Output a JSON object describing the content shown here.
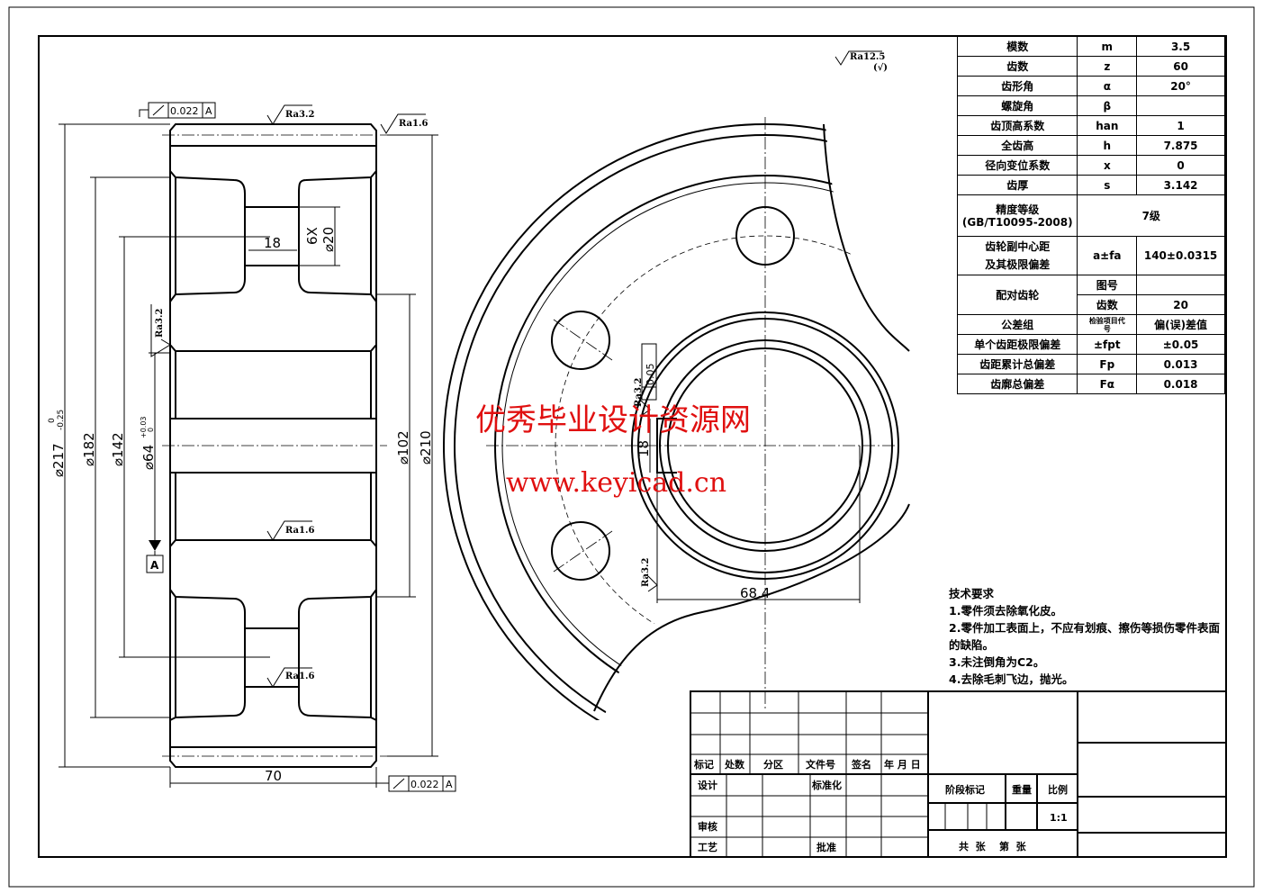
{
  "drawing": {
    "general_roughness": "Ra12.5",
    "general_roughness_note": "(√)",
    "roughness": {
      "rim_top": "Ra3.2",
      "rim_face": "Ra1.6",
      "hub_left": "Ra3.2",
      "hub_bore": "Ra1.6",
      "web_hole": "Ra1.6",
      "keyway_side": "Ra3.2",
      "keyway_bottom": "Ra3.2"
    },
    "runout_tolerance": "0.022",
    "datum": "A",
    "dims": {
      "d_outer": "⌀217",
      "d_outer_tol_upper": "0",
      "d_outer_tol_lower": "-0.25",
      "d_root": "⌀182",
      "d_bolt_circle": "⌀142",
      "d_bore": "⌀64",
      "d_bore_tol_upper": "+0.03",
      "d_bore_tol_lower": "0",
      "d_hub": "⌀102",
      "d_rim": "⌀210",
      "width": "70",
      "web_thickness": "18",
      "hole_count": "6X",
      "hole_diameter": "⌀20",
      "key_width": "18",
      "key_symmetry": "0.05",
      "key_depth": "68.4"
    }
  },
  "params_table": {
    "rows": [
      {
        "name": "模数",
        "symbol": "m",
        "value": "3.5"
      },
      {
        "name": "齿数",
        "symbol": "z",
        "value": "60"
      },
      {
        "name": "齿形角",
        "symbol": "α",
        "value": "20°"
      },
      {
        "name": "螺旋角",
        "symbol": "β",
        "value": ""
      },
      {
        "name": "齿顶高系数",
        "symbol": "han",
        "value": "1"
      },
      {
        "name": "全齿高",
        "symbol": "h",
        "value": "7.875"
      },
      {
        "name": "径向变位系数",
        "symbol": "x",
        "value": "0"
      },
      {
        "name": "齿厚",
        "symbol": "s",
        "value": "3.142"
      }
    ],
    "precision_label": "精度等级",
    "precision_std": "(GB/T10095-2008)",
    "precision_value": "7级",
    "center_label_1": "齿轮副中心距",
    "center_label_2": "及其极限偏差",
    "center_symbol": "a±fa",
    "center_value": "140±0.0315",
    "mating_label": "配对齿轮",
    "mating_drawing_no": "图号",
    "mating_drawing_no_value": "",
    "mating_teeth": "齿数",
    "mating_teeth_value": "20",
    "tol_group": "公差组",
    "tol_item_code": "检验项目代号",
    "tol_deviation": "偏(误)差值",
    "tol_rows": [
      {
        "name": "单个齿距极限偏差",
        "symbol": "±fpt",
        "value": "±0.05"
      },
      {
        "name": "齿距累计总偏差",
        "symbol": "Fp",
        "value": "0.013"
      },
      {
        "name": "齿廓总偏差",
        "symbol": "Fα",
        "value": "0.018"
      }
    ]
  },
  "tech_requirements": {
    "title": "技术要求",
    "items": [
      "1.零件须去除氧化皮。",
      "2.零件加工表面上，不应有划痕、擦伤等损伤零件表面的缺陷。",
      "3.未注倒角为C2。",
      "4.去除毛刺飞边，抛光。"
    ]
  },
  "title_block": {
    "mark": "标记",
    "count": "处数",
    "zone": "分区",
    "doc_no": "文件号",
    "sign": "签名",
    "date": "年 月 日",
    "design": "设计",
    "standardize": "标准化",
    "review": "审核",
    "process": "工艺",
    "approve": "批准",
    "stage_mark": "阶段标记",
    "weight": "重量",
    "scale": "比例",
    "scale_value": "1:1",
    "sheets": "共  张    第  张"
  },
  "watermark": {
    "line1": "优秀毕业设计资源网",
    "line2": "www.keyicad.cn"
  }
}
